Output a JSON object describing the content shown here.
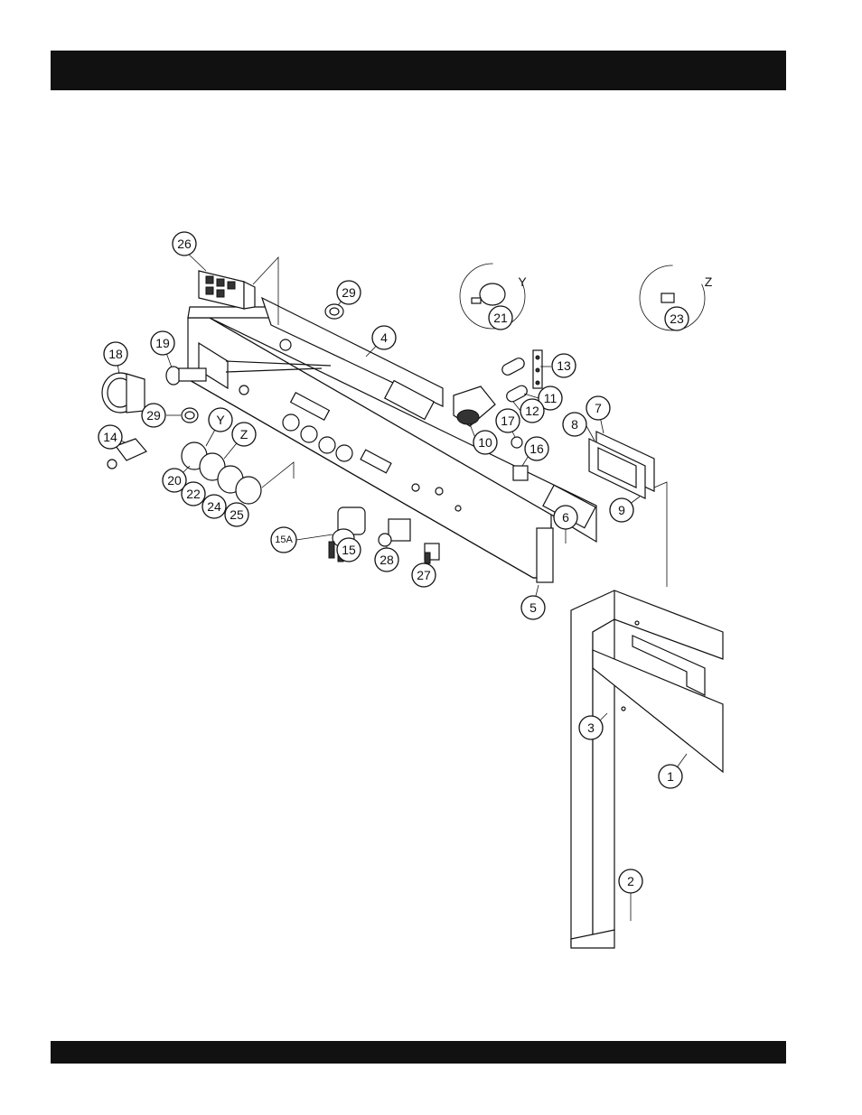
{
  "header_bar": {
    "text": ""
  },
  "footer_bar": {
    "text": ""
  },
  "callouts": [
    {
      "id": "c26",
      "label": "26"
    },
    {
      "id": "c29a",
      "label": "29"
    },
    {
      "id": "c4",
      "label": "4"
    },
    {
      "id": "c21",
      "label": "21"
    },
    {
      "id": "c23",
      "label": "23"
    },
    {
      "id": "c18",
      "label": "18"
    },
    {
      "id": "c19",
      "label": "19"
    },
    {
      "id": "c29b",
      "label": "29"
    },
    {
      "id": "c13",
      "label": "13"
    },
    {
      "id": "c11",
      "label": "11"
    },
    {
      "id": "c12",
      "label": "12"
    },
    {
      "id": "c7",
      "label": "7"
    },
    {
      "id": "c8",
      "label": "8"
    },
    {
      "id": "c17",
      "label": "17"
    },
    {
      "id": "c10",
      "label": "10"
    },
    {
      "id": "c16",
      "label": "16"
    },
    {
      "id": "c14",
      "label": "14"
    },
    {
      "id": "cY",
      "label": "Y"
    },
    {
      "id": "cZ",
      "label": "Z"
    },
    {
      "id": "c20",
      "label": "20"
    },
    {
      "id": "c22",
      "label": "22"
    },
    {
      "id": "c24",
      "label": "24"
    },
    {
      "id": "c25",
      "label": "25"
    },
    {
      "id": "c9",
      "label": "9"
    },
    {
      "id": "c6",
      "label": "6"
    },
    {
      "id": "c15A",
      "label": "15A"
    },
    {
      "id": "c15",
      "label": "15"
    },
    {
      "id": "c28",
      "label": "28"
    },
    {
      "id": "c27",
      "label": "27"
    },
    {
      "id": "c5",
      "label": "5"
    },
    {
      "id": "c3",
      "label": "3"
    },
    {
      "id": "c1",
      "label": "1"
    },
    {
      "id": "c2",
      "label": "2"
    }
  ],
  "detail_labels": {
    "y": "Y",
    "z": "Z"
  }
}
